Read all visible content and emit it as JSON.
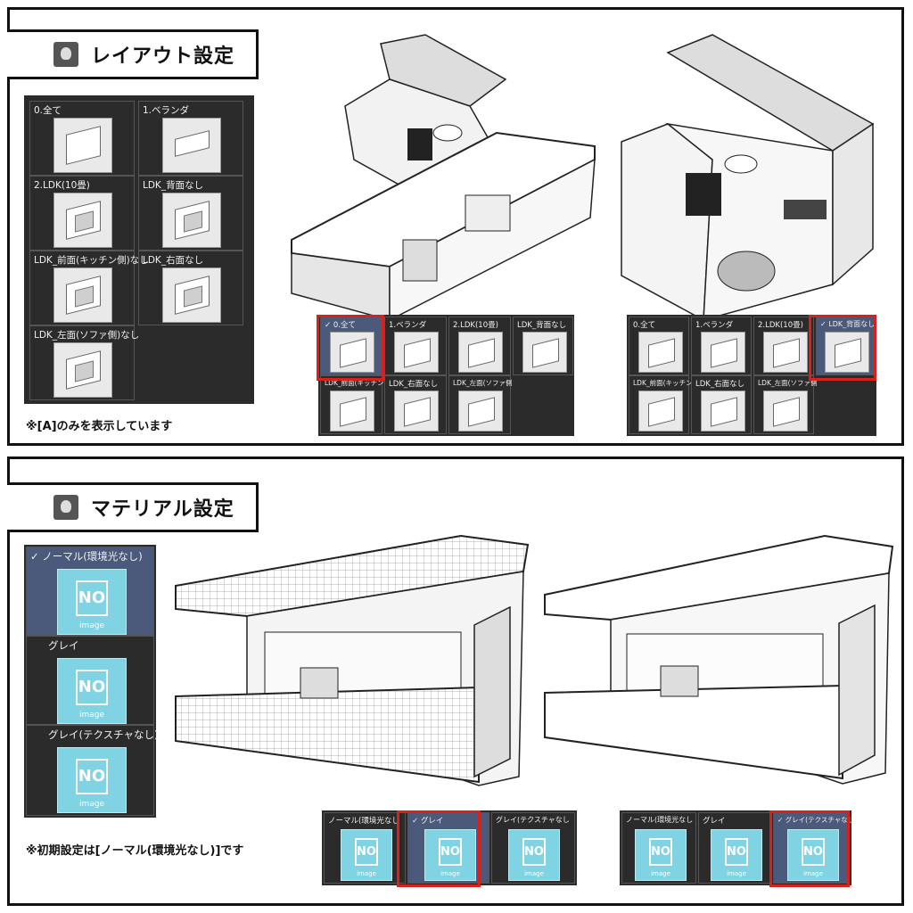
{
  "layout_section": {
    "title": "レイアウト設定",
    "items": [
      {
        "label": "0.全て"
      },
      {
        "label": "1.ベランダ"
      },
      {
        "label": "2.LDK(10畳)"
      },
      {
        "label": "LDK_背面なし"
      },
      {
        "label": "LDK_前面(キッチン側)なし"
      },
      {
        "label": "LDK_右面なし"
      },
      {
        "label": "LDK_左面(ソファ側)なし"
      }
    ],
    "note": "※[A]のみを表示しています",
    "mini_panel_a": {
      "items": [
        "✓ 0.全て",
        "1.ベランダ",
        "2.LDK(10畳)",
        "LDK_背面なし",
        "LDK_前面(キッチン",
        "LDK_右面なし",
        "LDK_左面(ソファ側"
      ]
    },
    "mini_panel_b": {
      "items": [
        "0.全て",
        "1.ベランダ",
        "2.LDK(10畳)",
        "✓ LDK_背面なし",
        "LDK_前面(キッチン",
        "LDK_右面なし",
        "LDK_左面(ソファ側"
      ]
    }
  },
  "material_section": {
    "title": "マテリアル設定",
    "items": [
      {
        "label": "✓ ノーマル(環境光なし)"
      },
      {
        "label": "グレイ"
      },
      {
        "label": "グレイ(テクスチャなし)"
      }
    ],
    "no_image": {
      "big": "NO",
      "small": "image"
    },
    "note": "※初期設定は[ノーマル(環境光なし)]です",
    "mini_panel_a": {
      "items": [
        "ノーマル(環境光なし",
        "✓ グレイ",
        "グレイ(テクスチャなし"
      ]
    },
    "mini_panel_b": {
      "items": [
        "ノーマル(環境光なし",
        "グレイ",
        "✓ グレイ(テクスチャなし"
      ]
    }
  },
  "colors": {
    "selected": "#4b5a7a",
    "highlight": "#d8201c",
    "panel": "#2b2b2b",
    "placeholder": "#7fd3e3"
  }
}
